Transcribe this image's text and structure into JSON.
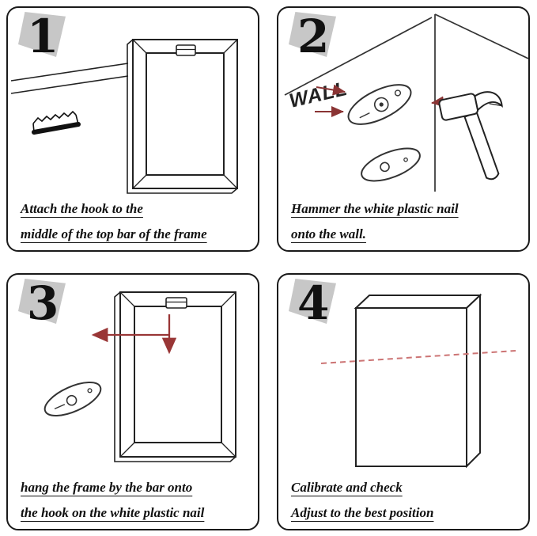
{
  "colors": {
    "line_black": "#1d1d1d",
    "arrow_red": "#993636",
    "dash_red": "#cc7474",
    "shadow_gray": "#c7c7c7"
  },
  "panels": [
    {
      "number": "1",
      "caption": [
        "Attach the hook to the",
        "middle of the top bar of the frame"
      ]
    },
    {
      "number": "2",
      "wall_label": "WALL",
      "caption": [
        "Hammer the white plastic nail",
        "onto the wall."
      ]
    },
    {
      "number": "3",
      "caption": [
        "hang the frame by the bar onto",
        "the hook on the white plastic nail"
      ]
    },
    {
      "number": "4",
      "caption": [
        "Calibrate and check",
        "Adjust to the best position"
      ]
    }
  ]
}
